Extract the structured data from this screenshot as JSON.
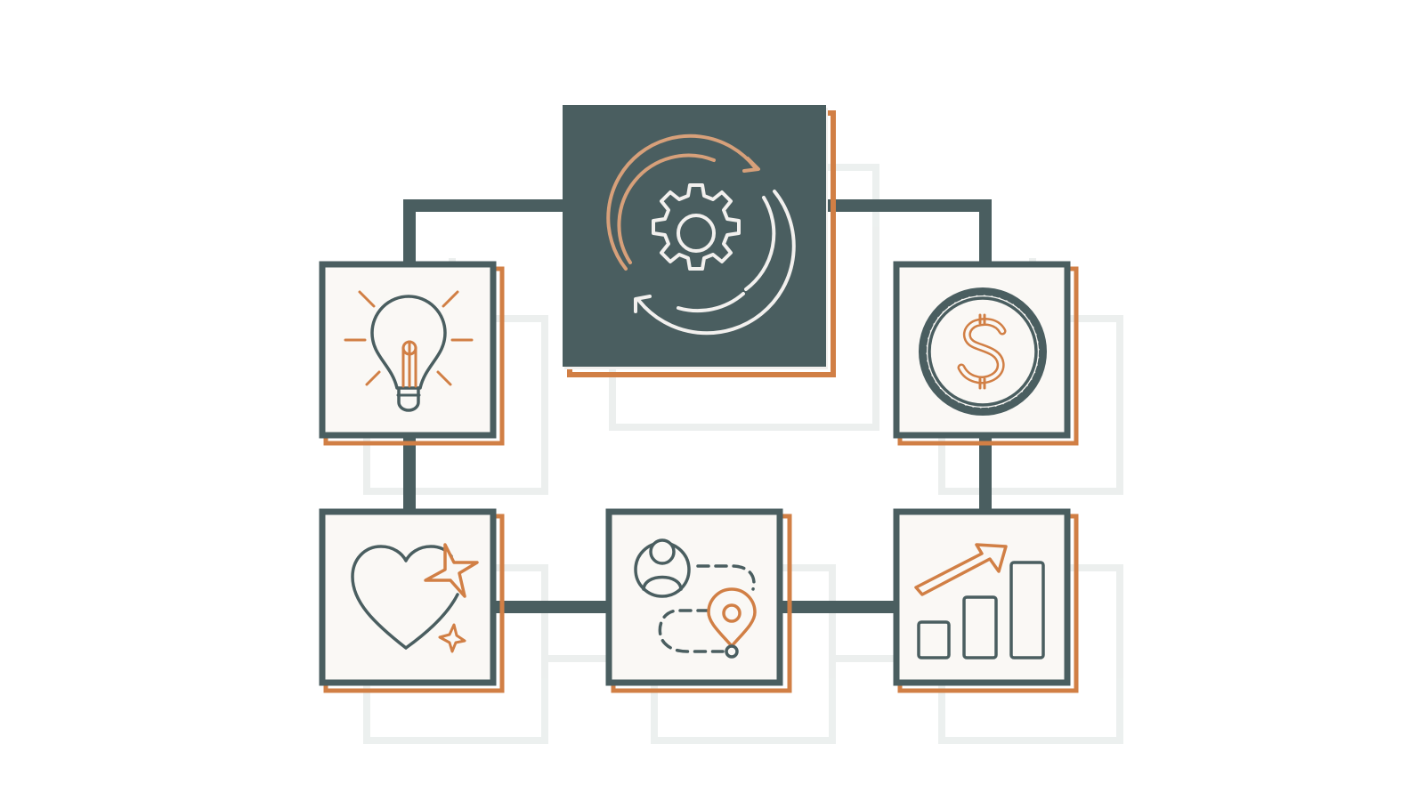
{
  "diagram": {
    "colors": {
      "dark": "#4a5e60",
      "accent": "#d17f45",
      "accent_light": "#d7a07a",
      "card_fill": "#faf8f5",
      "shadow": "#eaeeed",
      "line_light": "#f2f0ee"
    },
    "center_node": {
      "icon": "gear-cycle-icon"
    },
    "nodes": [
      {
        "id": "idea",
        "icon": "lightbulb-icon"
      },
      {
        "id": "money",
        "icon": "dollar-coin-icon"
      },
      {
        "id": "love",
        "icon": "heart-sparkle-icon"
      },
      {
        "id": "journey",
        "icon": "customer-journey-icon"
      },
      {
        "id": "growth",
        "icon": "growth-chart-icon"
      }
    ],
    "connections": [
      [
        "center",
        "idea"
      ],
      [
        "center",
        "money"
      ],
      [
        "idea",
        "love"
      ],
      [
        "love",
        "journey"
      ],
      [
        "journey",
        "growth"
      ],
      [
        "growth",
        "money"
      ]
    ]
  }
}
